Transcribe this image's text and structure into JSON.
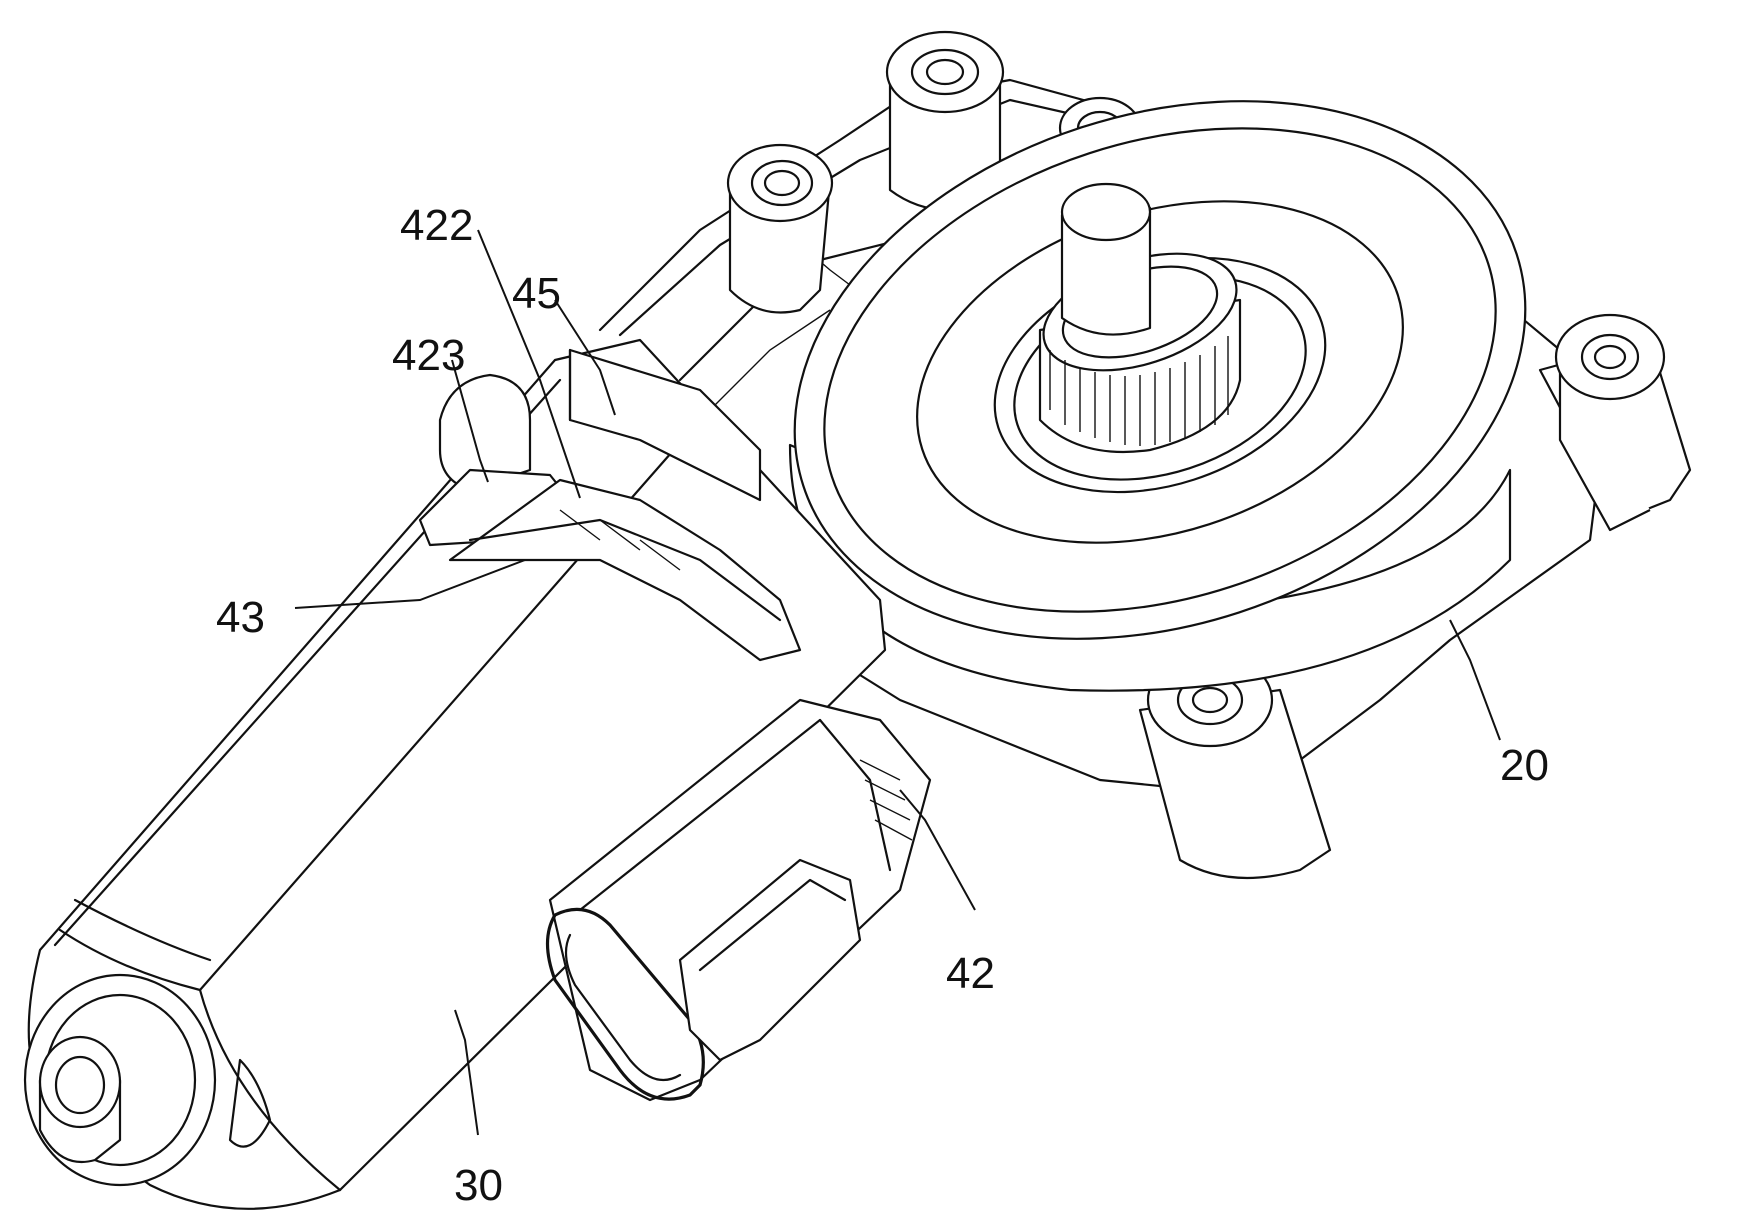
{
  "labels": {
    "l422": "422",
    "l45": "45",
    "l423": "423",
    "l43": "43",
    "l42": "42",
    "l20": "20",
    "l30": "30"
  }
}
